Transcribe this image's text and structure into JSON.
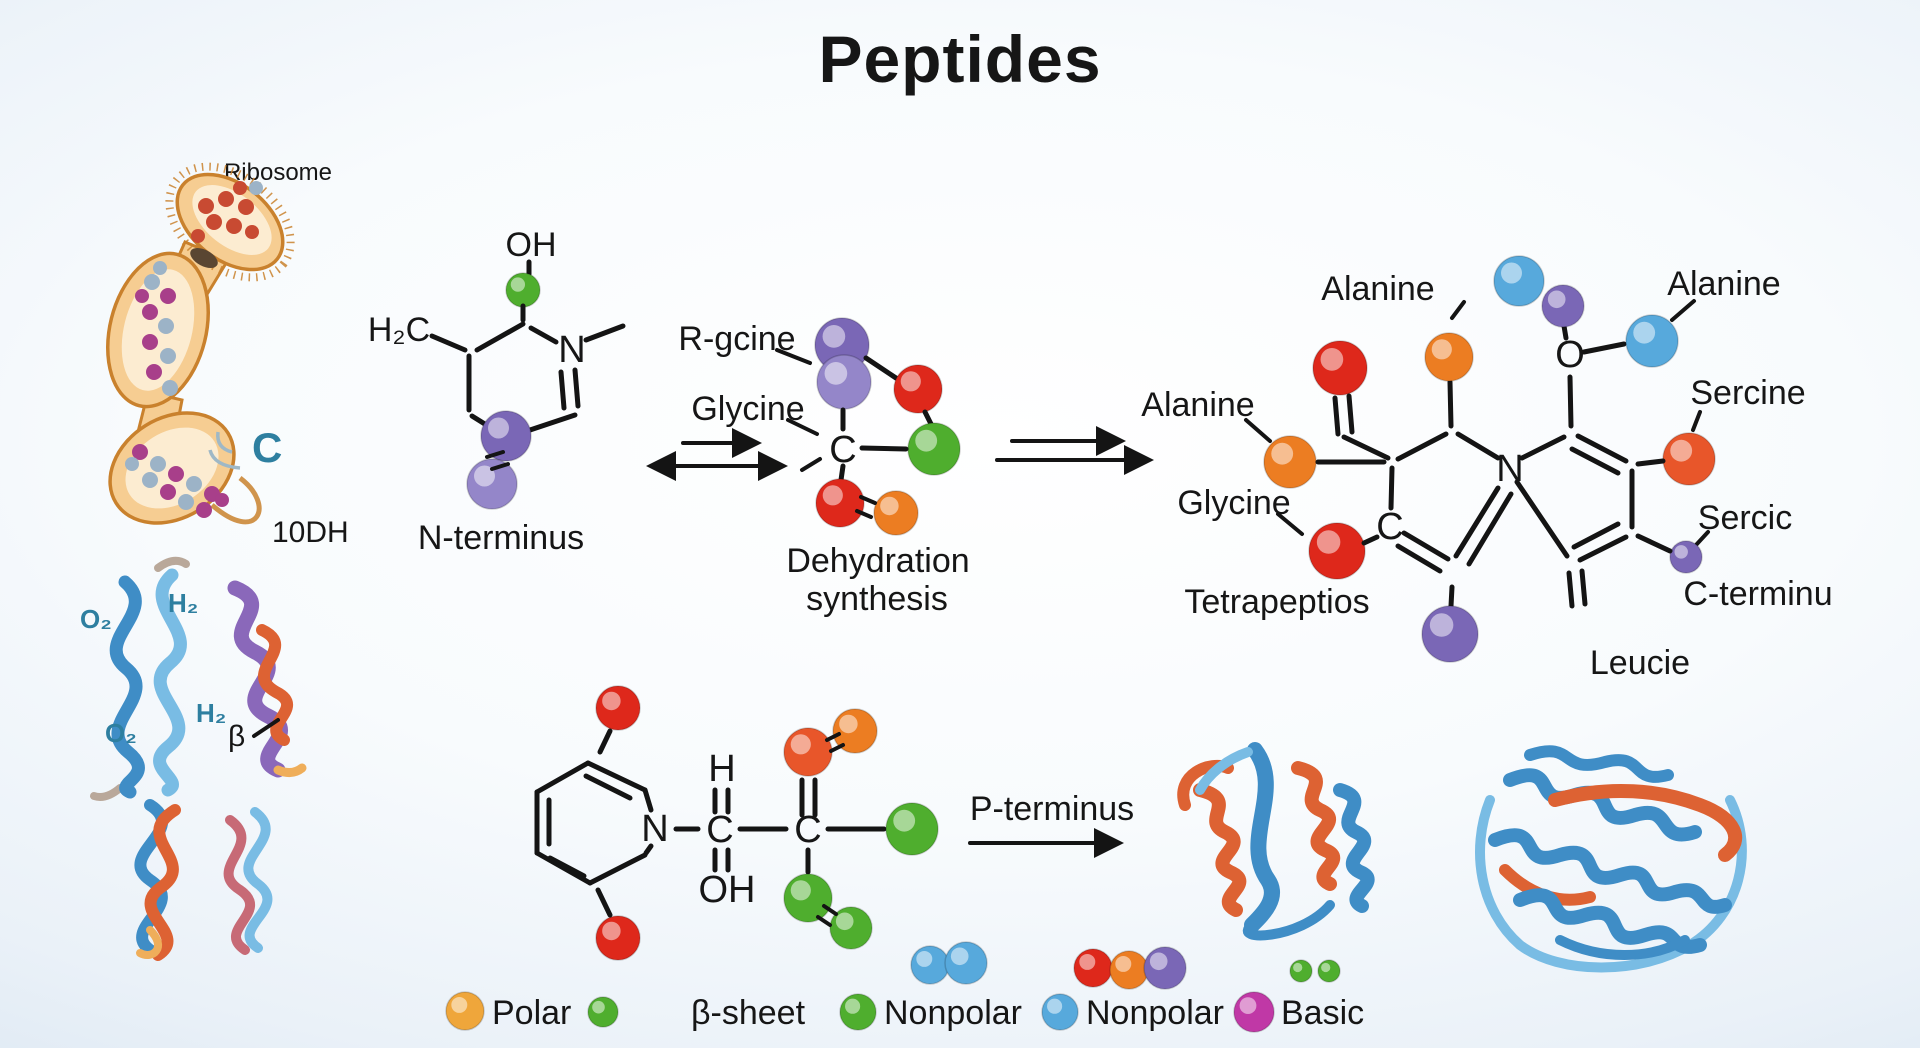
{
  "title": "Peptides",
  "colors": {
    "ink": "#161616",
    "purple": "#7a67b6",
    "purple_light": "#9486c9",
    "red": "#de281b",
    "green": "#4fae2e",
    "orange": "#ec7d22",
    "red_orange": "#e8562a",
    "sky": "#57a9dc",
    "magenta": "#c038a6",
    "yellow": "#efa63b",
    "teal": "#2e7fa0",
    "tan": "#f6cd92",
    "tan_light": "#fdf0d8",
    "tan_dark": "#c9812d",
    "bead_red": "#c84a32",
    "bead_magenta": "#a83f8a",
    "bead_grey": "#9cb3c7",
    "dark_opening": "#5a4632",
    "ribbon_blue": "#3f8dc6",
    "ribbon_blue_light": "#79bce4",
    "ribbon_orange": "#dd6233",
    "ribbon_orange_light": "#efae5a",
    "ribbon_purple": "#8a68ba",
    "ribbon_pink": "#c76a76",
    "grey_strand": "#b9a89a"
  },
  "ribosome": {
    "label": "Ribosome",
    "c_label": "C",
    "odh_label": "10DH"
  },
  "helices": {
    "o2_top": "O₂",
    "h2_top": "H₂",
    "h2_mid": "H₂",
    "o2_bottom": "O₂",
    "beta": "β"
  },
  "n_terminus_molecule": {
    "oh": "OH",
    "h2c": "H₂C",
    "n": "N",
    "caption": "N-terminus"
  },
  "reaction": {
    "r_gcine": "R-gcine",
    "glycine": "Glycine",
    "c": "C",
    "caption_line1": "Dehydration",
    "caption_line2": "synthesis"
  },
  "tetrapeptide": {
    "alanine_top": "Alanine",
    "alanine_left": "Alanine",
    "alanine_right": "Alanine",
    "glycine": "Glycine",
    "caption": "Tetrapeptios",
    "sercine": "Sercine",
    "sercic": "Sercic",
    "c_terminus": "C-terminu",
    "leucine": "Leucie",
    "n": "N",
    "c": "C",
    "o": "O"
  },
  "peptide_chain_molecule": {
    "n": "N",
    "c1": "C",
    "c2": "C",
    "h": "H",
    "oh": "OH",
    "p_terminus": "P-terminus"
  },
  "legend": {
    "polar": "Polar",
    "beta_sheet": "β-sheet",
    "nonpolar_a": "Nonpolar",
    "nonpolar_b": "Nonpolar",
    "basic": "Basic"
  }
}
